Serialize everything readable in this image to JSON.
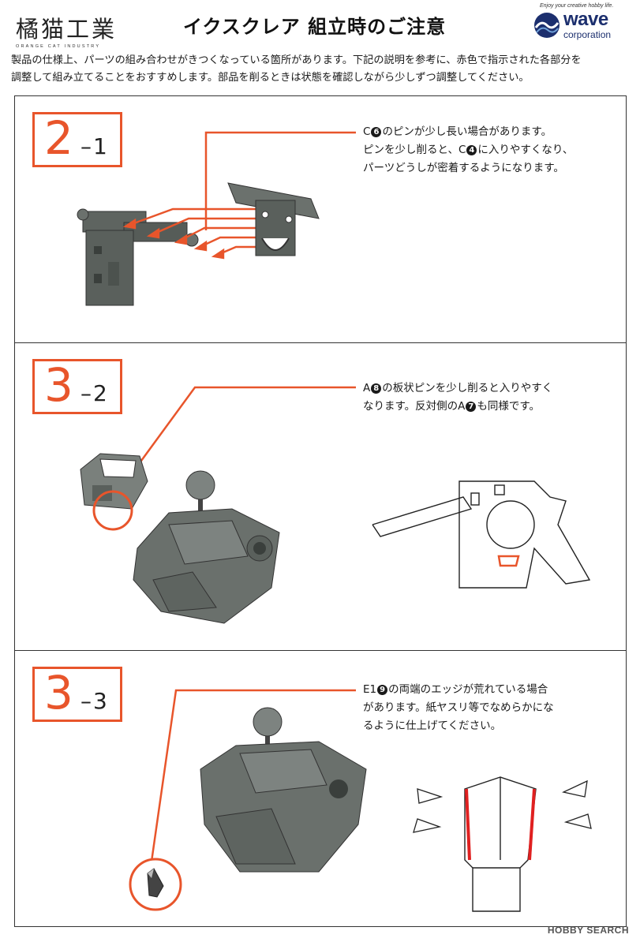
{
  "header": {
    "brand_left_kanji": "橘猫工業",
    "brand_left_sub": "ORANGE CAT INDUSTRY",
    "title": "イクスクレア 組立時のご注意",
    "brand_right_tagline": "Enjoy your creative hobby life.",
    "brand_right_name": "wave",
    "brand_right_sub": "corporation"
  },
  "intro": {
    "line1": "製品の仕様上、パーツの組み合わせがきつくなっている箇所があります。下記の説明を参考に、赤色で指示された各部分を",
    "line2": "調整して組み立てることをおすすめします。部品を削るときは状態を確認しながら少しずつ調整してください。"
  },
  "sections": [
    {
      "step_main": "2",
      "step_sub": "–1",
      "note_line1_a": "C",
      "note_line1_badge": "6",
      "note_line1_b": "のピンが少し長い場合があります。",
      "note_line2_a": "ピンを少し削ると、C",
      "note_line2_badge": "4",
      "note_line2_b": "に入りやすくなり、",
      "note_line3": "パーツどうしが密着するようになります。"
    },
    {
      "step_main": "3",
      "step_sub": "–2",
      "note_line1_a": "A",
      "note_line1_badge": "8",
      "note_line1_b": "の板状ピンを少し削ると入りやすく",
      "note_line2_a": "なります。反対側のA",
      "note_line2_badge": "7",
      "note_line2_b": "も同様です。"
    },
    {
      "step_main": "3",
      "step_sub": "–3",
      "note_line1_a": "E1",
      "note_line1_badge": "9",
      "note_line1_b": "の両端のエッジが荒れている場合",
      "note_line2": "があります。紙ヤスリ等でなめらかにな",
      "note_line3": "るように仕上げてください。"
    }
  ],
  "footer": {
    "watermark": "HOBBY SEARCH"
  },
  "colors": {
    "accent": "#e8552b",
    "frame": "#333333",
    "part_gray": "#5e6460",
    "brand_blue": "#1c2f6e"
  },
  "icons": [
    "wave-logo-icon",
    "sandpaper-tool-icon",
    "magnify-circle-icon"
  ]
}
